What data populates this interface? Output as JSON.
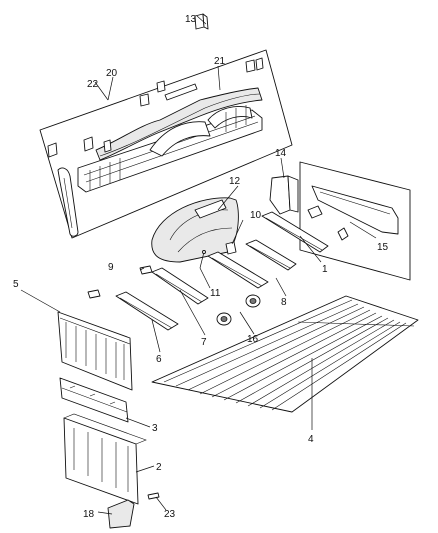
{
  "callouts": [
    {
      "id": "c1",
      "text": "1"
    },
    {
      "id": "c2",
      "text": "2"
    },
    {
      "id": "c3",
      "text": "3"
    },
    {
      "id": "c4",
      "text": "4"
    },
    {
      "id": "c5",
      "text": "5"
    },
    {
      "id": "c6",
      "text": "6"
    },
    {
      "id": "c7",
      "text": "7"
    },
    {
      "id": "c8",
      "text": "8"
    },
    {
      "id": "c9",
      "text": "9"
    },
    {
      "id": "c10",
      "text": "10"
    },
    {
      "id": "c11",
      "text": "11"
    },
    {
      "id": "c12",
      "text": "12"
    },
    {
      "id": "c13",
      "text": "13"
    },
    {
      "id": "c14",
      "text": "14"
    },
    {
      "id": "c15",
      "text": "15"
    },
    {
      "id": "c16",
      "text": "16"
    },
    {
      "id": "c18",
      "text": "18"
    },
    {
      "id": "c20",
      "text": "20"
    },
    {
      "id": "c21",
      "text": "21"
    },
    {
      "id": "c22",
      "text": "22"
    },
    {
      "id": "c23",
      "text": "23"
    }
  ]
}
